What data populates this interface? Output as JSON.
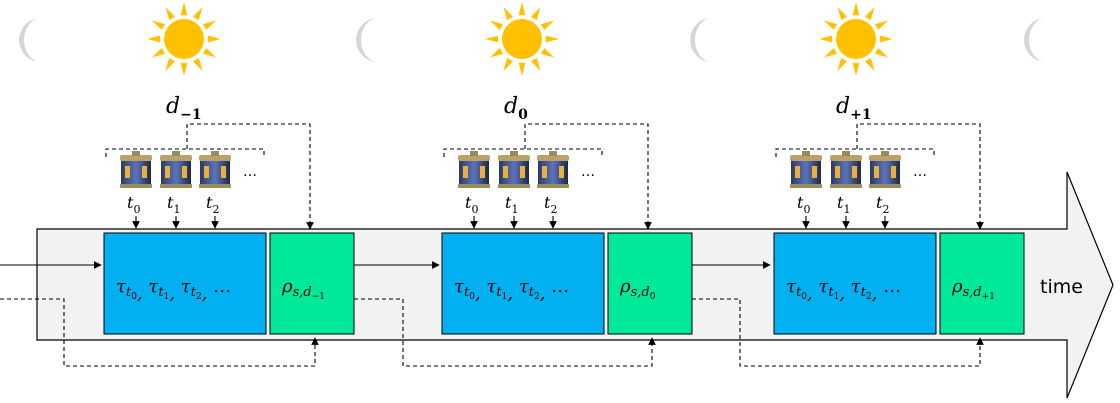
{
  "time_label": "time",
  "colors": {
    "sky_moon": "#d6d6d6",
    "sun": "#ffc000",
    "block_blue": "#00b0f0",
    "block_green": "#00e89a",
    "arrow_fill": "#f2f2f2"
  },
  "periods": [
    {
      "day_base": "d",
      "day_sub": "−1",
      "times": [
        {
          "base": "t",
          "sub": "0"
        },
        {
          "base": "t",
          "sub": "1"
        },
        {
          "base": "t",
          "sub": "2"
        }
      ],
      "times_more": "…",
      "tau": {
        "base": "τ",
        "subs": [
          "0",
          "1",
          "2"
        ],
        "more": "…"
      },
      "rho": {
        "base": "ρ",
        "sub": "s,d",
        "subsub": "−1"
      }
    },
    {
      "day_base": "d",
      "day_sub": "0",
      "times": [
        {
          "base": "t",
          "sub": "0"
        },
        {
          "base": "t",
          "sub": "1"
        },
        {
          "base": "t",
          "sub": "2"
        }
      ],
      "times_more": "…",
      "tau": {
        "base": "τ",
        "subs": [
          "0",
          "1",
          "2"
        ],
        "more": "…"
      },
      "rho": {
        "base": "ρ",
        "sub": "s,d",
        "subsub": "0"
      }
    },
    {
      "day_base": "d",
      "day_sub": "+1",
      "times": [
        {
          "base": "t",
          "sub": "0"
        },
        {
          "base": "t",
          "sub": "1"
        },
        {
          "base": "t",
          "sub": "2"
        }
      ],
      "times_more": "…",
      "tau": {
        "base": "τ",
        "subs": [
          "0",
          "1",
          "2"
        ],
        "more": "…"
      },
      "rho": {
        "base": "ρ",
        "sub": "s,d",
        "subsub": "+1"
      }
    }
  ]
}
